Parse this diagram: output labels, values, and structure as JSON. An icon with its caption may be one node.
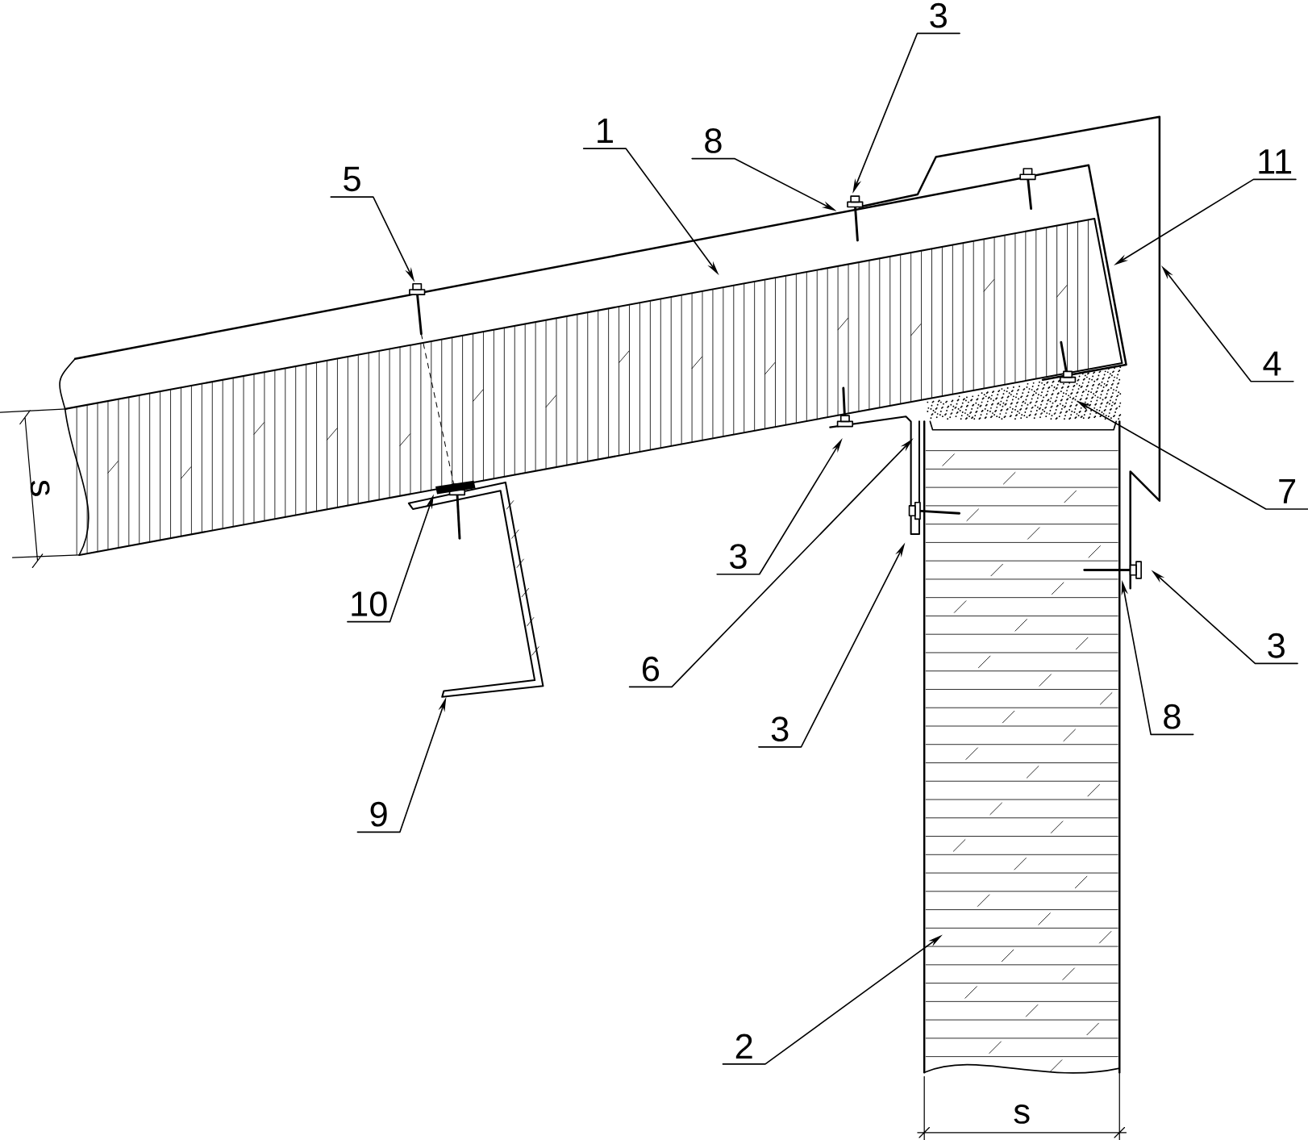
{
  "diagram": {
    "nodes": [
      {
        "text": [
          "3"
        ]
      },
      {
        "text": [
          "1"
        ]
      },
      {
        "text": [
          "8"
        ]
      },
      {
        "text": [
          "11"
        ]
      },
      {
        "text": [
          "5"
        ]
      },
      {
        "text": [
          "4"
        ]
      },
      {
        "text": [
          "7"
        ]
      },
      {
        "text": [
          "3"
        ]
      },
      {
        "text": [
          "10"
        ]
      },
      {
        "text": [
          "3"
        ]
      },
      {
        "text": [
          "6"
        ]
      },
      {
        "text": [
          "8"
        ]
      },
      {
        "text": [
          "3"
        ]
      },
      {
        "text": [
          "9"
        ]
      },
      {
        "text": [
          "2"
        ]
      }
    ],
    "edges": [
      {
        "from": 0,
        "to": null,
        "arrow": "to"
      },
      {
        "from": 1,
        "to": null,
        "arrow": "to"
      },
      {
        "from": 2,
        "to": null,
        "arrow": "to"
      },
      {
        "from": 3,
        "to": null,
        "arrow": "to"
      },
      {
        "from": 4,
        "to": null,
        "arrow": "to"
      },
      {
        "from": 5,
        "to": null,
        "arrow": "to"
      },
      {
        "from": 6,
        "to": null,
        "arrow": "to"
      },
      {
        "from": 7,
        "to": null,
        "arrow": "to"
      },
      {
        "from": 8,
        "to": null,
        "arrow": "to"
      },
      {
        "from": 9,
        "to": null,
        "arrow": "to"
      },
      {
        "from": 10,
        "to": null,
        "arrow": "to"
      },
      {
        "from": 11,
        "to": null,
        "arrow": "to"
      },
      {
        "from": 12,
        "to": null,
        "arrow": "to"
      },
      {
        "from": 13,
        "to": null,
        "arrow": "to"
      },
      {
        "from": 14,
        "to": null,
        "arrow": "to"
      }
    ],
    "labels": [
      "s",
      "s"
    ]
  }
}
